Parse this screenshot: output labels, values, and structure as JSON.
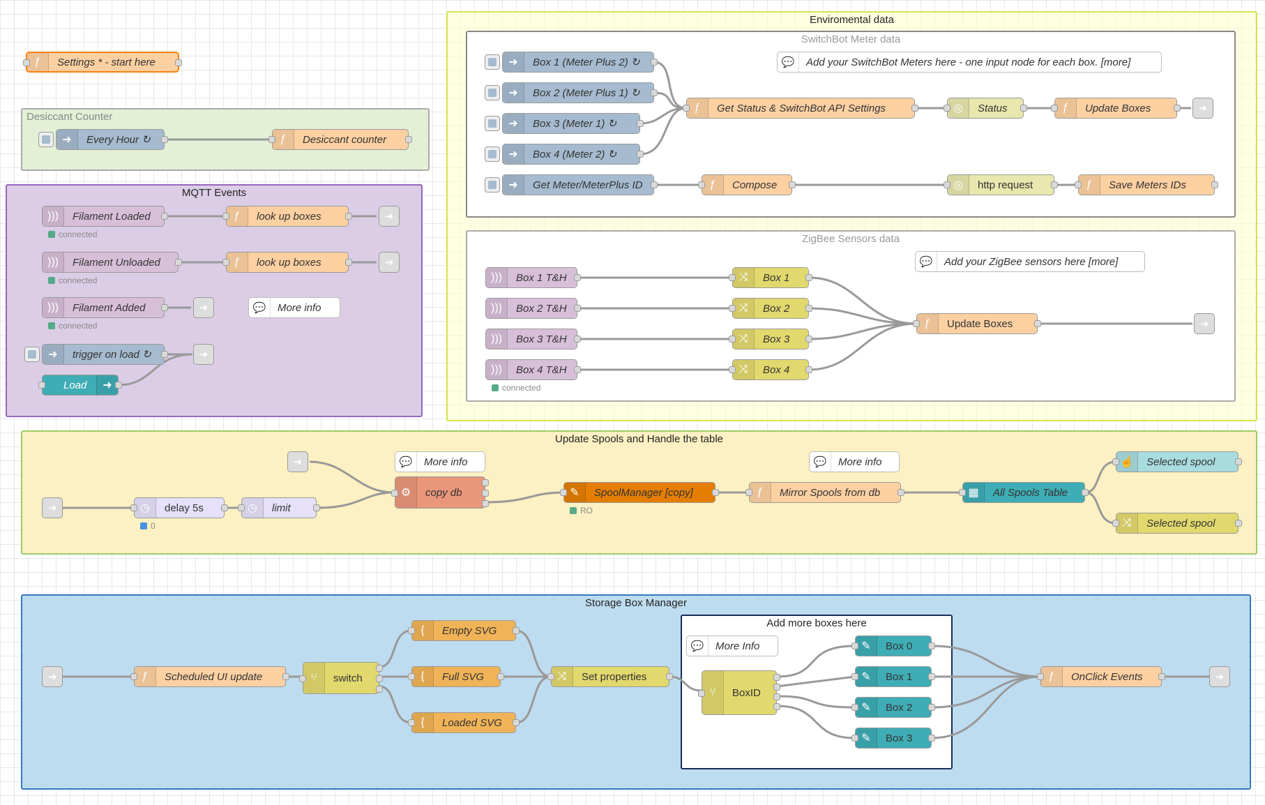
{
  "groups": {
    "env": "Enviromental data",
    "switchbot": "SwitchBot Meter data",
    "zigbee": "ZigBee Sensors data",
    "desiccant": "Desiccant Counter",
    "mqtt": "MQTT Events",
    "spools": "Update Spools and Handle the table",
    "storage": "Storage Box Manager",
    "addboxes": "Add more boxes here"
  },
  "nodes": {
    "settings": "Settings * - start here",
    "every_hour": "Every Hour ↻",
    "desiccant_counter": "Desiccant counter",
    "filament_loaded": "Filament Loaded",
    "filament_unloaded": "Filament Unloaded",
    "filament_added": "Filament Added",
    "look_up_boxes_1": "look up boxes",
    "look_up_boxes_2": "look up boxes",
    "more_info_mqtt": "More info",
    "trigger_on_load": "trigger on load ↻",
    "load": "Load",
    "sb_box1": "Box 1 (Meter Plus 2) ↻",
    "sb_box2": "Box 2 (Meter Plus 1) ↻",
    "sb_box3": "Box 3 (Meter 1) ↻",
    "sb_box4": "Box 4 (Meter 2) ↻",
    "get_status": "Get Status & SwitchBot API Settings",
    "status": "Status",
    "update_boxes_sb": "Update Boxes",
    "sb_comment": "Add your SwitchBot Meters here - one input node for each box. [more]",
    "get_meter_id": "Get Meter/MeterPlus ID",
    "compose": "Compose",
    "http_request": "http request",
    "save_meters": "Save Meters IDs",
    "zb_box1_th": "Box 1 T&H",
    "zb_box2_th": "Box 2 T&H",
    "zb_box3_th": "Box 3 T&H",
    "zb_box4_th": "Box 4 T&H",
    "zb_box1": "Box 1",
    "zb_box2": "Box 2",
    "zb_box3": "Box 3",
    "zb_box4": "Box 4",
    "zb_update_boxes": "Update Boxes",
    "zb_comment": "Add your ZigBee sensors here [more]",
    "delay": "delay 5s",
    "limit": "limit",
    "copy_db": "copy db",
    "more_info_db": "More info",
    "spoolmanager": "SpoolManager [copy]",
    "mirror_spools": "Mirror Spools from db",
    "more_info_mirror": "More info",
    "all_spools_table": "All Spools Table",
    "selected_spool_1": "Selected spool",
    "selected_spool_2": "Selected spool",
    "scheduled_ui": "Scheduled UI update",
    "switch": "switch",
    "empty_svg": "Empty SVG",
    "full_svg": "Full SVG",
    "loaded_svg": "Loaded SVG",
    "set_properties": "Set properties",
    "more_info_boxes": "More Info",
    "boxid": "BoxID",
    "ui_box0": "Box 0",
    "ui_box1": "Box 1",
    "ui_box2": "Box 2",
    "ui_box3": "Box 3",
    "onclick": "OnClick Events"
  },
  "status": {
    "connected": "connected",
    "ro": "RO",
    "zero": "0"
  },
  "colors": {
    "function": "#fdd0a2",
    "inject": "#a6bbcf",
    "mqtt": "#d8bfd8",
    "change": "#e2d96e",
    "template": "#f0b357",
    "dashboard": "#3fadb5"
  }
}
